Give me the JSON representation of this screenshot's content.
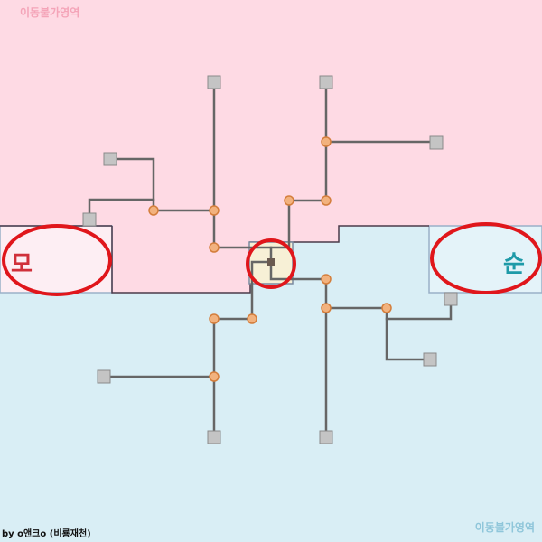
{
  "labels": {
    "top_zone": "이동불가영역",
    "bottom_zone": "이동불가영역",
    "left_start": "모",
    "right_start": "순",
    "credit": "by o앤크o (비룡재천)"
  },
  "colors": {
    "top_region": "#fedae4",
    "bottom_region": "#d9eef5",
    "path_line": "#666666",
    "node_fill": "#f2b27e",
    "node_stroke": "#d47e3c",
    "endpoint_fill": "#c4c4c4",
    "endpoint_stroke": "#8a8a8a",
    "highlight_ring": "#e0161b",
    "left_label": "#d0303a",
    "right_label": "#1e9aa8",
    "zone_label_top": "#f4a4b8",
    "zone_label_bottom": "#8fc6da",
    "credit_text": "#111111"
  },
  "icons": {
    "junction": "junction-node-icon",
    "endpoint": "endpoint-square-icon",
    "center": "center-square-icon"
  }
}
